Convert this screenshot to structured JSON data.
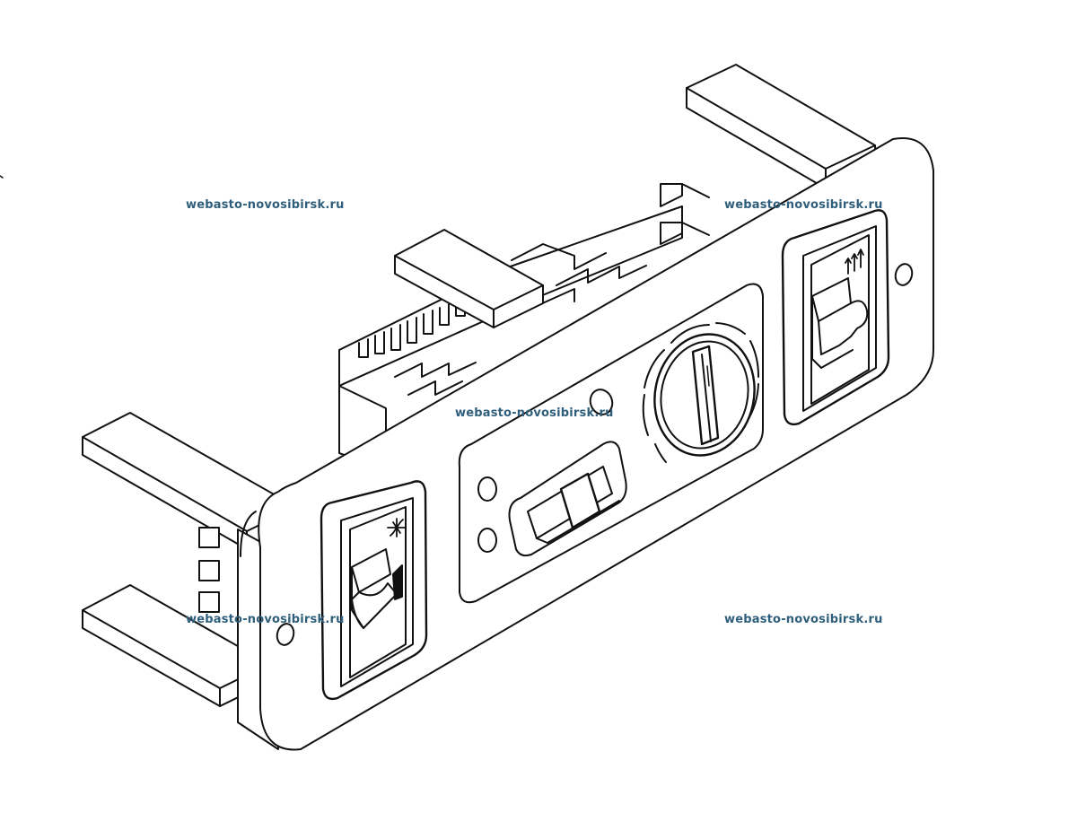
{
  "diagram": {
    "line_color": "#111111",
    "background_color": "#ffffff"
  },
  "watermarks": {
    "color": "#2f5f7c",
    "items": [
      {
        "text": "webasto-novosibirsk.ru"
      },
      {
        "text": "webasto-novosibirsk.ru"
      },
      {
        "text": "webasto-novosibirsk.ru"
      },
      {
        "text": "webasto-novosibirsk.ru"
      },
      {
        "text": "webasto-novosibirsk.ru"
      }
    ]
  },
  "icons": {
    "left_switch": "fan-icon",
    "right_switch": "heat-waves-icon"
  }
}
